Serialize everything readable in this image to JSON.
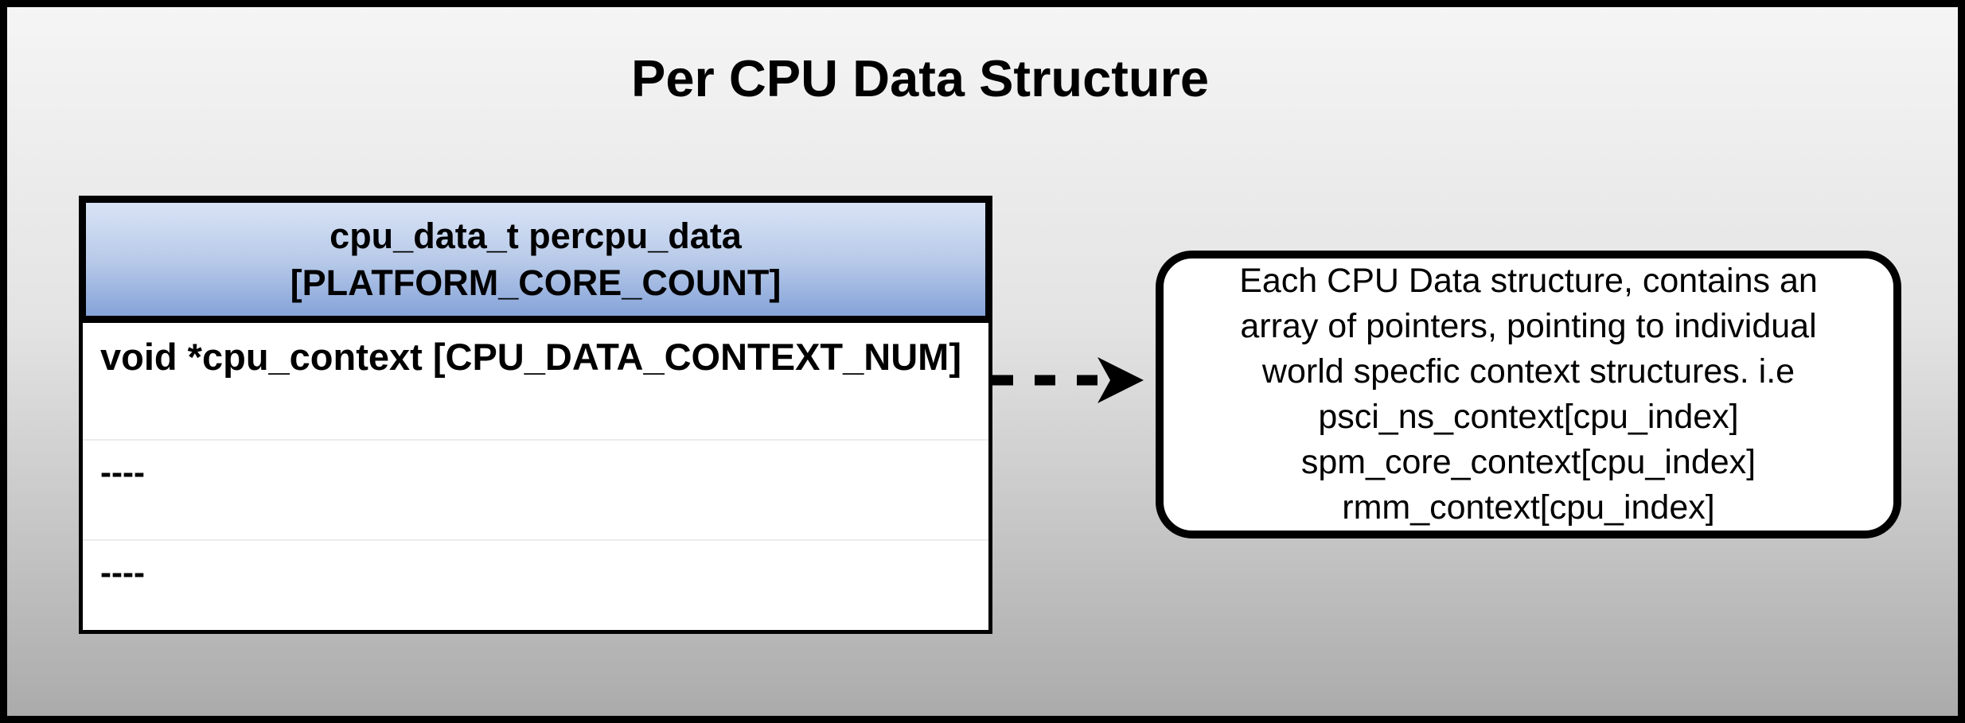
{
  "title": "Per CPU Data Structure",
  "struct_table": {
    "header": {
      "line1": "cpu_data_t percpu_data",
      "line2": "[PLATFORM_CORE_COUNT]"
    },
    "rows": [
      {
        "text": "void *cpu_context [CPU_DATA_CONTEXT_NUM]"
      },
      {
        "text": "----"
      },
      {
        "text": "----"
      }
    ]
  },
  "arrow": {
    "style": "dashed",
    "direction": "right"
  },
  "annotation_note": {
    "lines": [
      "Each CPU Data structure, contains an",
      "array of pointers, pointing to individual",
      "world specfic context structures. i.e",
      "psci_ns_context[cpu_index]",
      "spm_core_context[cpu_index]",
      "rmm_context[cpu_index]"
    ]
  },
  "colors": {
    "frame_border": "#000000",
    "background_gradient_top": "#f5f5f5",
    "background_gradient_bottom": "#ababab",
    "header_gradient_top": "#d9e3f5",
    "header_gradient_bottom": "#85a3d9",
    "table_body_background": "#ffffff",
    "row_divider": "#ececec",
    "note_background": "#ffffff",
    "text": "#000000"
  }
}
